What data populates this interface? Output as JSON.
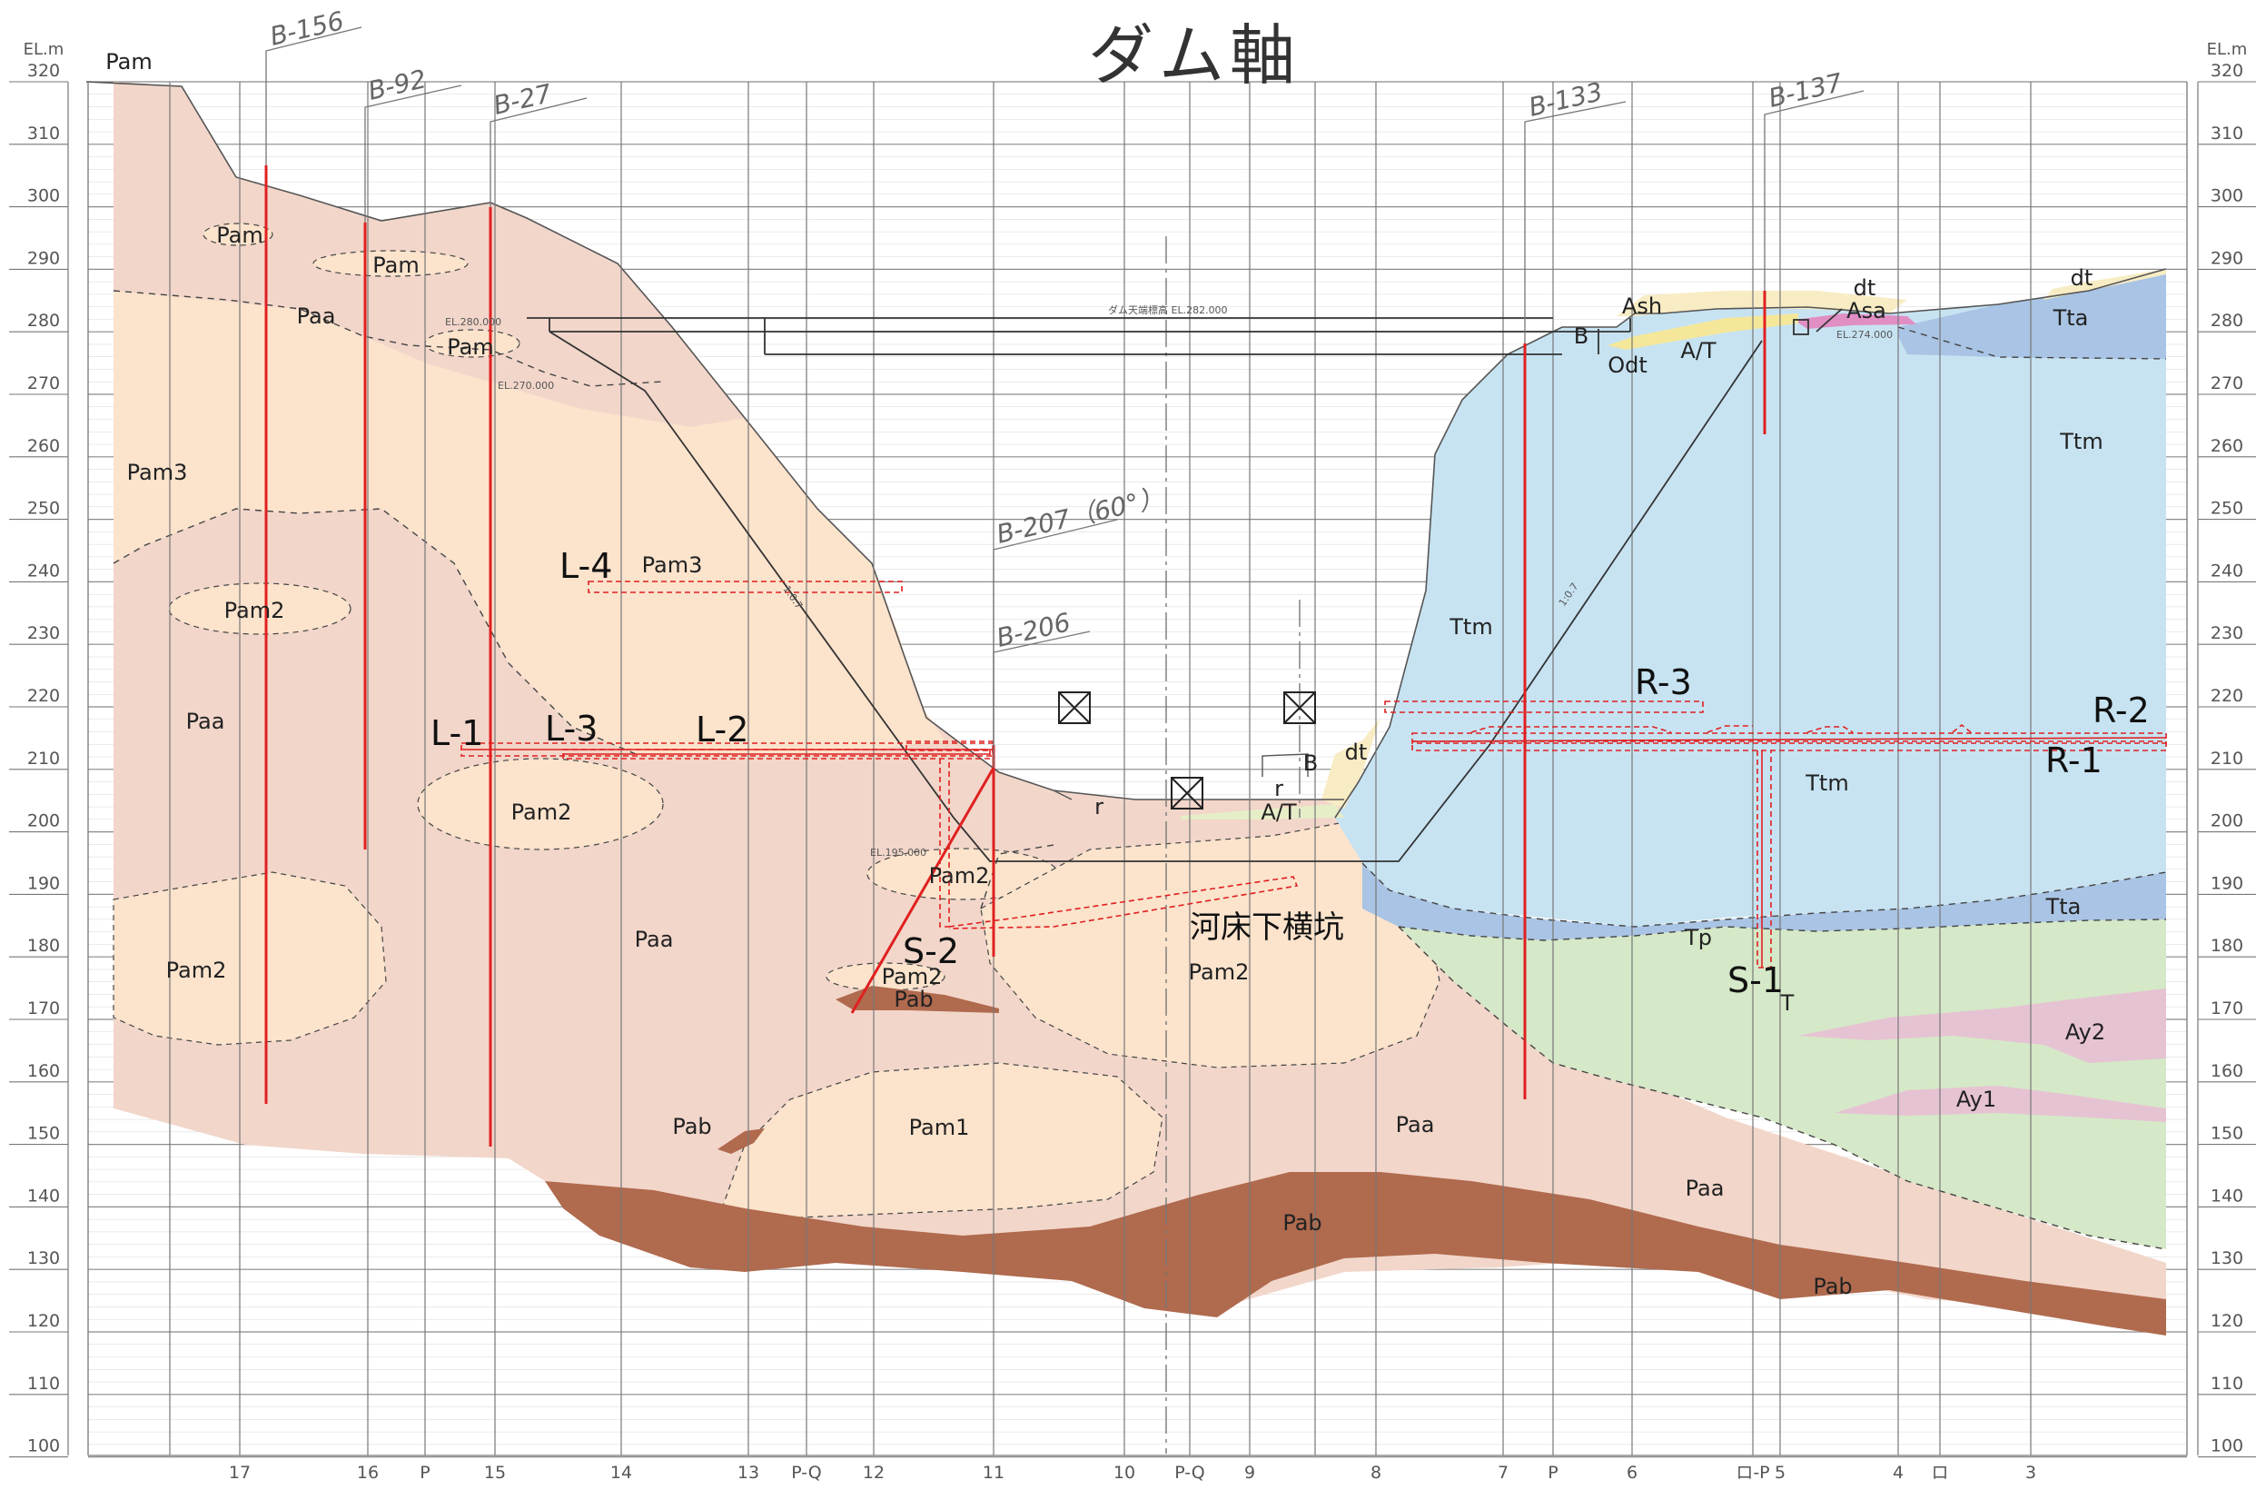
{
  "title": "ダム軸",
  "axis": {
    "unit_left": "EL.m",
    "unit_right": "EL.m",
    "elevations": [
      "320",
      "310",
      "300",
      "290",
      "280",
      "270",
      "260",
      "250",
      "240",
      "230",
      "220",
      "210",
      "200",
      "190",
      "180",
      "170",
      "160",
      "150",
      "140",
      "130",
      "120",
      "110",
      "100"
    ],
    "grid_labels": [
      "17",
      "16",
      "P",
      "15",
      "14",
      "13",
      "P-Q",
      "12",
      "11",
      "10",
      "P-Q",
      "9",
      "8",
      "7",
      "P",
      "6",
      "ロ-P",
      "5",
      "4",
      "ロ",
      "3"
    ]
  },
  "boreholes": [
    "B-156",
    "B-92",
    "B-27",
    "B-207（60°）",
    "B-206",
    "B-133",
    "B-137"
  ],
  "adits": {
    "L4": "L-4",
    "L1": "L-1",
    "L3": "L-3",
    "L2": "L-2",
    "S2": "S-2",
    "S1": "S-1",
    "R3": "R-3",
    "R2": "R-2",
    "R1": "R-1",
    "riverbed": "河床下横坑"
  },
  "annotations": {
    "crest": "ダム天端標高 EL.282.000",
    "el280": "EL.280.000",
    "el270": "EL.270.000",
    "el195": "EL.195.000",
    "el274": "EL.274.000",
    "slope_left": "1:0.7",
    "slope_right": "1:0.7"
  },
  "units": {
    "pam_top": "Pam",
    "pam_a": "Pam",
    "pam_b": "Pam",
    "pam_c": "Pam",
    "paa_a": "Paa",
    "pam3_a": "Pam3",
    "pam3_b": "Pam3",
    "pam2_a": "Pam2",
    "paa_b": "Paa",
    "pam2_b": "Pam2",
    "pam2_c": "Pam2",
    "paa_c": "Paa",
    "pam2_d": "Pam2",
    "pam2_e": "Pam2",
    "pab_a": "Pab",
    "pam2_f": "Pam2",
    "pab_b": "Pab",
    "pam1": "Pam1",
    "paa_d": "Paa",
    "paa_e": "Paa",
    "pab_c": "Pab",
    "pab_d": "Pab",
    "r_a": "r",
    "r_b": "r",
    "at_a": "A/T",
    "b_a": "B",
    "dt_a": "dt",
    "ash": "Ash",
    "asa": "Asa",
    "dt_b": "dt",
    "dt_c": "dt",
    "b_b": "B",
    "odt": "Odt",
    "at_b": "A/T",
    "tta_a": "Tta",
    "ttm_a": "Ttm",
    "ttm_b": "Ttm",
    "ttm_c": "Ttm",
    "tta_b": "Tta",
    "tp": "Tp",
    "t": "T",
    "ay2": "Ay2",
    "ay1": "Ay1"
  },
  "colors": {
    "paa": "#f2d6ca",
    "pam": "#fbe3cc",
    "pab": "#b06a4e",
    "ttm": "#c7e3f2",
    "tta": "#a9c4e4",
    "tp": "#d5e8c7",
    "ay": "#e6c3d3",
    "dt": "#f8ecc4",
    "adit": "#e02020"
  }
}
